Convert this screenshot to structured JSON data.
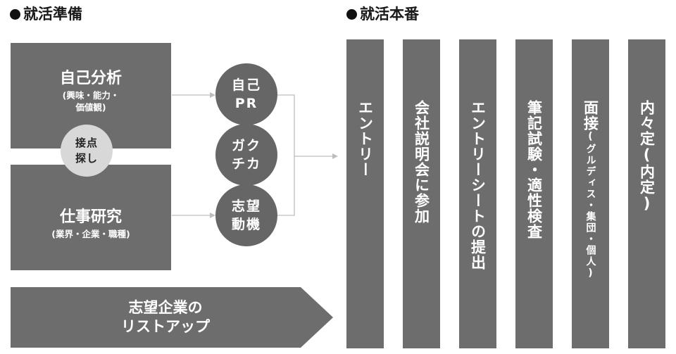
{
  "headings": {
    "prep": "就活準備",
    "main": "就活本番"
  },
  "self_analysis": {
    "title": "自己分析",
    "sub1": "(興味・能力・",
    "sub2": "価値観)"
  },
  "job_research": {
    "title": "仕事研究",
    "sub": "(業界・企業・職種)"
  },
  "connector": {
    "line1": "接点",
    "line2": "探し"
  },
  "circles": [
    {
      "line1": "自己",
      "line2": "PR"
    },
    {
      "line1": "ガク",
      "line2": "チカ"
    },
    {
      "line1": "志望",
      "line2": "動機"
    }
  ],
  "banner": {
    "line1": "志望企業の",
    "line2": "リストアップ"
  },
  "steps": [
    {
      "label": "エントリー"
    },
    {
      "label": "会社説明会に参加"
    },
    {
      "label": "エントリーシートの提出"
    },
    {
      "label": "筆記試験・適性検査"
    },
    {
      "label": "面接",
      "note": "(グルディス・集団・個人)"
    },
    {
      "label": "内々定(内定)"
    }
  ],
  "colors": {
    "box": "#6d6d6d",
    "circle": "#666666",
    "connector": "#d8d8d8",
    "arrow": "#bdbdbd",
    "text": "#ffffff"
  }
}
